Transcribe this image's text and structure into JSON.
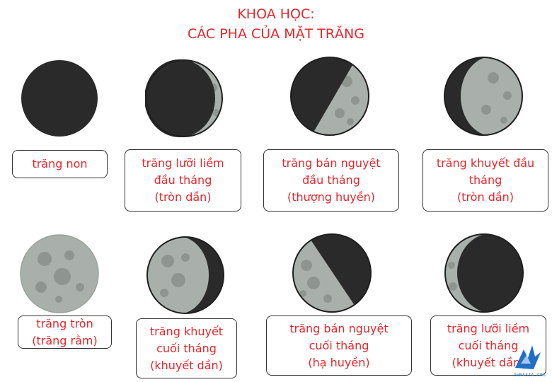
{
  "title": {
    "line1": "KHOA HỌC:",
    "line2": "CÁC PHA CỦA MẶT TRĂNG"
  },
  "colors": {
    "title": "#e4262b",
    "label_text": "#e4262b",
    "moon_dark": "#2a2a2a",
    "moon_lit": "#a9b0ab"
  },
  "phases": [
    {
      "name": "trăng non",
      "label": "trăng non"
    },
    {
      "name": "trăng lưỡi liềm đầu tháng",
      "label": "trăng lưỡi liềm\nđầu tháng\n(tròn dần)"
    },
    {
      "name": "trăng bán nguyệt đầu tháng",
      "label": "trăng bán nguyệt\nđầu tháng\n(thượng huyền)"
    },
    {
      "name": "trăng khuyết đầu tháng",
      "label": "trăng khuyết đầu\ntháng\n(tròn dần)"
    },
    {
      "name": "trăng tròn",
      "label": "trăng tròn\n(trăng rằm)"
    },
    {
      "name": "trăng khuyết cuối tháng",
      "label": "trăng khuyết\ncuối tháng\n(khuyết dần)"
    },
    {
      "name": "trăng bán nguyệt cuối tháng",
      "label": "trăng bán nguyệt\ncuối tháng\n(hạ huyền)"
    },
    {
      "name": "trăng lưỡi liềm cuối tháng",
      "label": "trăng lưỡi liềm\ncuối tháng\n(khuyết dần)"
    }
  ],
  "watermark": {
    "icon": "dragon-logo-icon",
    "text": "OWMASIA.ORG"
  }
}
